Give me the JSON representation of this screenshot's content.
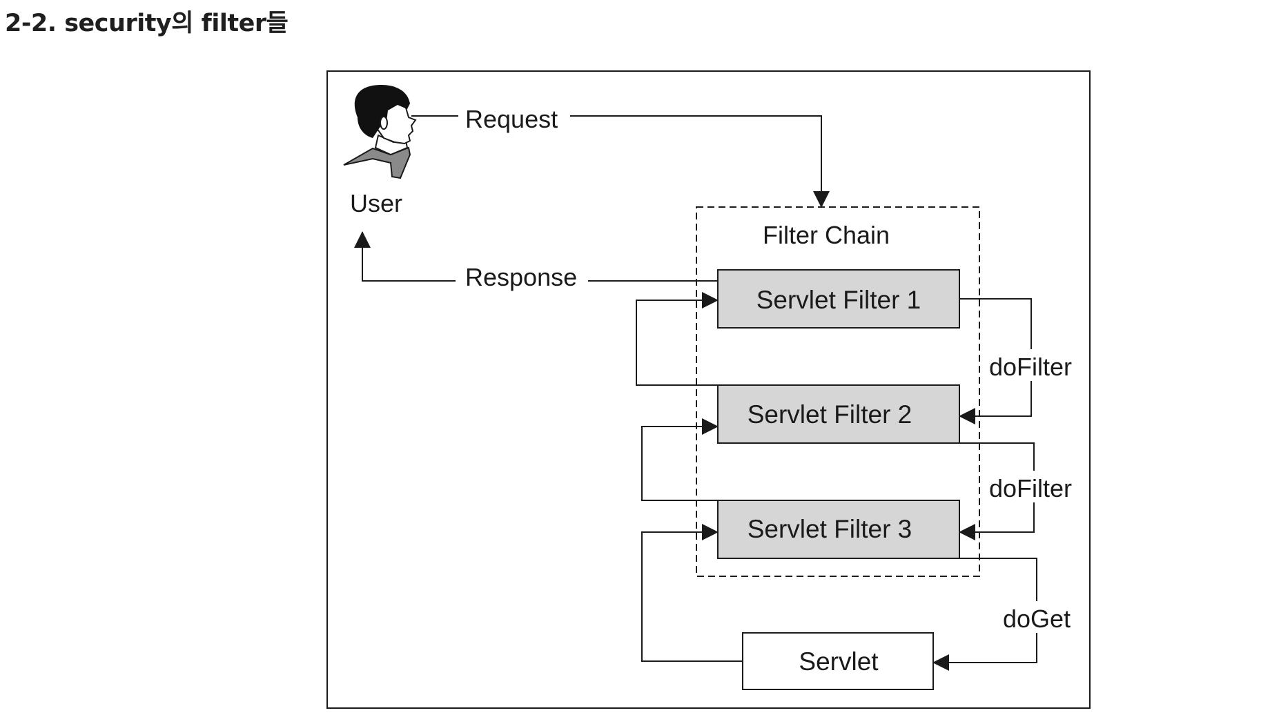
{
  "page": {
    "heading": "2-2. security의 filter들"
  },
  "diagram": {
    "user_label": "User",
    "request_label": "Request",
    "response_label": "Response",
    "filter_chain_label": "Filter Chain",
    "filters": [
      {
        "label": "Servlet Filter 1"
      },
      {
        "label": "Servlet Filter 2"
      },
      {
        "label": "Servlet Filter 3"
      }
    ],
    "dofilter_labels": [
      "doFilter",
      "doFilter"
    ],
    "doget_label": "doGet",
    "servlet_label": "Servlet",
    "colors": {
      "filter_fill": "#d6d6d6",
      "line": "#1a1a1a",
      "frame": "#1a1a1a"
    }
  }
}
